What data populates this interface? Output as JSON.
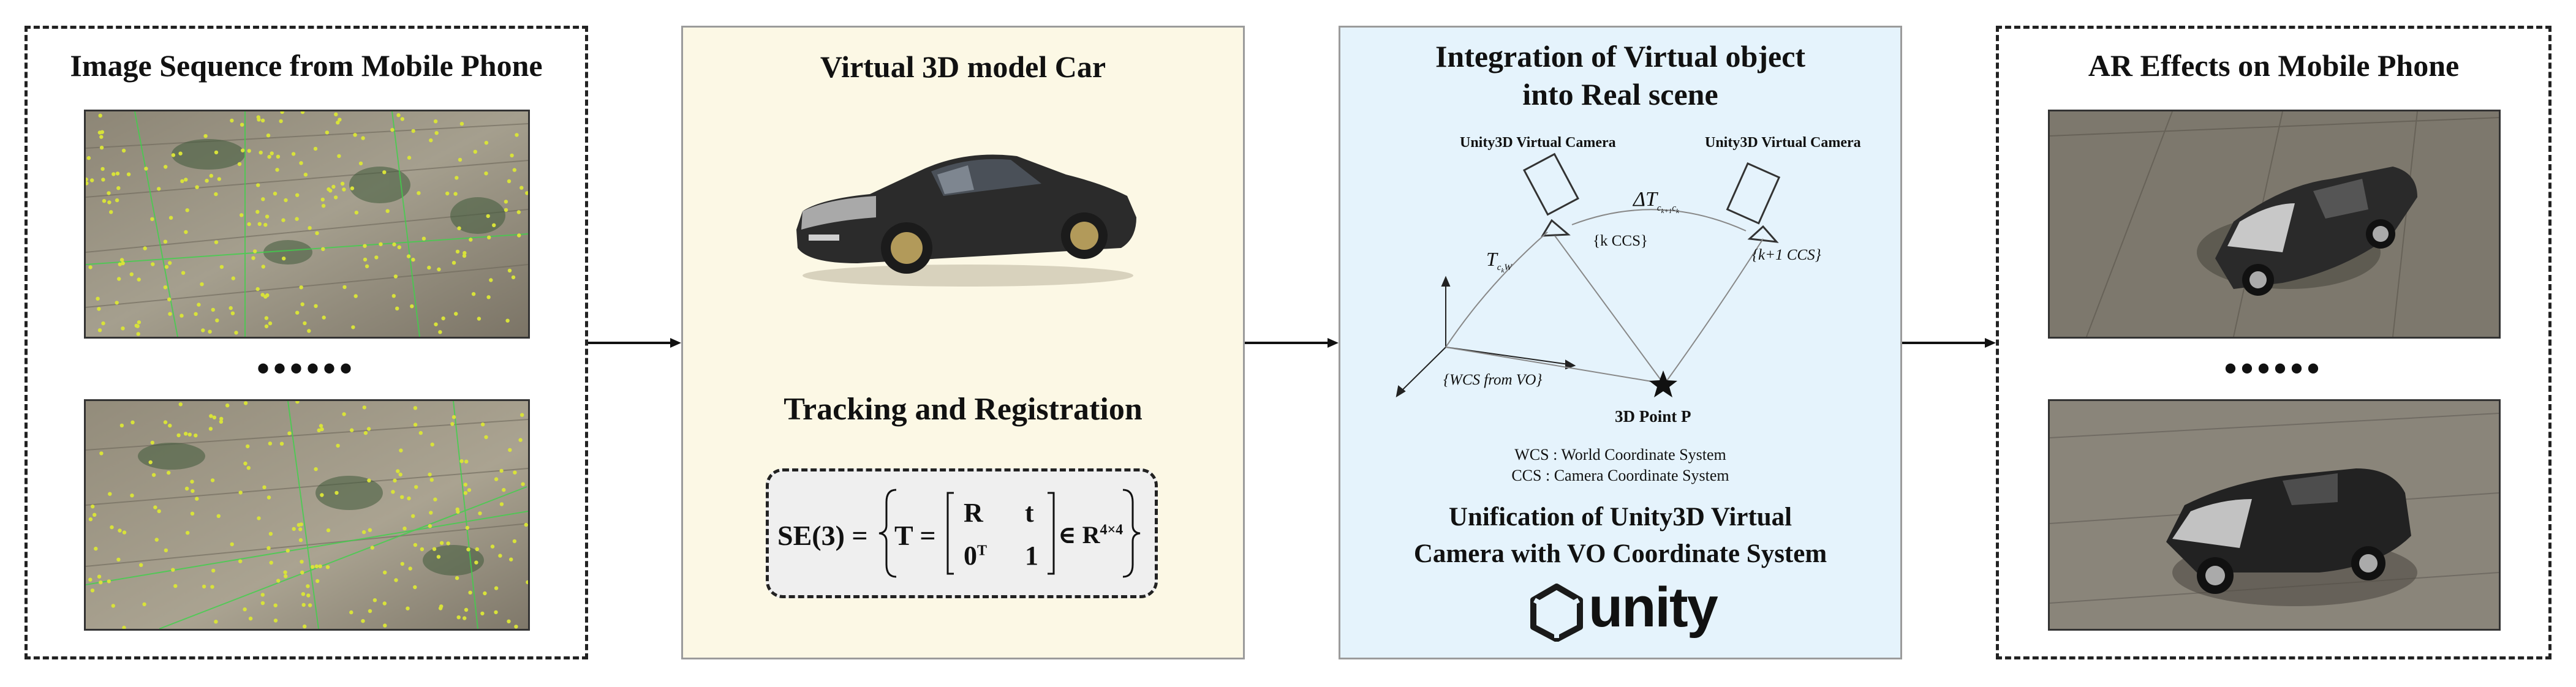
{
  "panels": {
    "input": {
      "title": "Image Sequence from Mobile Phone",
      "ellipsis": "••••••"
    },
    "model": {
      "title": "Virtual 3D model Car",
      "subtitle": "Tracking and Registration",
      "formula": {
        "lhs": "SE(3) =",
        "T_eq": "T =",
        "m11": "R",
        "m12": "t",
        "m21": "0",
        "m21_sup": "T",
        "m22": "1",
        "in": "∈ R",
        "dim": "4×4"
      }
    },
    "integration": {
      "title_line1": "Integration of Virtual object",
      "title_line2": "into Real scene",
      "camera_left_label": "Unity3D Virtual Camera",
      "camera_right_label": "Unity3D Virtual Camera",
      "delta_label": "ΔT",
      "delta_sub": "c",
      "delta_sub2": "k+1",
      "delta_sub3": "c",
      "delta_sub4": "k",
      "t_label": "T",
      "t_sub": "c",
      "t_sub2": "k",
      "t_sub3": "W",
      "k_ccs": "{k CCS}",
      "k1_ccs": "{k+1 CCS}",
      "wcs_label": "{WCS from VO}",
      "point_label": "3D Point P",
      "legend_wcs": "WCS : World Coordinate System",
      "legend_ccs": "CCS : Camera Coordinate System",
      "unification_line1": "Unification of  Unity3D Virtual",
      "unification_line2": "Camera with VO Coordinate System",
      "logo_text": "unity"
    },
    "output": {
      "title": "AR Effects on Mobile Phone",
      "ellipsis": "••••••"
    }
  },
  "icons": [
    "car-model-image",
    "camera-icon",
    "star-icon",
    "unity-logo-icon",
    "arrow-right-icon"
  ],
  "colors": {
    "model_bg": "#fcf8e5",
    "integration_bg": "#e5f3fc",
    "feature_point": "#d8e23a",
    "feature_line": "#3fd24a"
  }
}
